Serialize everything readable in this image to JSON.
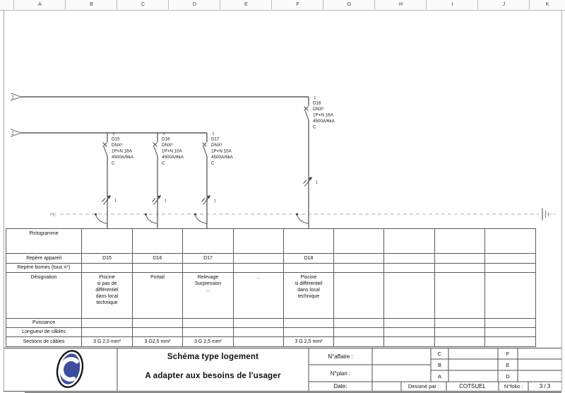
{
  "ruler": {
    "columns": [
      "A",
      "B",
      "C",
      "D",
      "E",
      "F",
      "G",
      "H",
      "I",
      "J",
      "K"
    ]
  },
  "schematic": {
    "feeder_connectors": [
      {
        "label": "2"
      },
      {
        "label": "2"
      }
    ],
    "pe_label": "PE",
    "circuits": [
      {
        "count": "1",
        "name": "D15",
        "model": "DNX³",
        "rating": "1P+N 16A",
        "breaking_capacity": "4500A/6kA",
        "curve": "C",
        "cable_marker": "1"
      },
      {
        "count": "1",
        "name": "D16",
        "model": "DNX³",
        "rating": "1P+N 10A",
        "breaking_capacity": "4500A/6kA",
        "curve": "C",
        "cable_marker": "1"
      },
      {
        "count": "1",
        "name": "D17",
        "model": "DNX³",
        "rating": "1P+N 10A",
        "breaking_capacity": "4500A/6kA",
        "curve": "C",
        "cable_marker": "1"
      },
      {
        "count": "1",
        "name": "D18",
        "model": "DNX³",
        "rating": "1P+N 16A",
        "breaking_capacity": "4500A/6kA",
        "curve": "C",
        "cable_marker": "1"
      }
    ]
  },
  "table": {
    "row_labels": [
      "Pictogramme",
      "Repère appareil",
      "Repère bornes (tous n°)",
      "Désignation",
      "Puissance",
      "Longueur de câbles",
      "Sections de câbles"
    ],
    "columns": [
      {
        "repere": "D15",
        "designation": "Piscine\nsi pas de\ndifférentiel\ndans local\ntechnique",
        "section": "3 G 2,5 mm²"
      },
      {
        "repere": "D16",
        "designation": "Portail",
        "section": "3 G2,5 mm²"
      },
      {
        "repere": "D17",
        "designation": "Relevage\nSurpression\n...",
        "section": "3 G 2,5 mm²"
      },
      {
        "repere": "",
        "designation": "...",
        "section": ""
      },
      {
        "repere": "D18",
        "designation": "Piscine\nsi différentiel\ndans local\ntechnique",
        "section": "3 G 2,5 mm²"
      },
      {
        "repere": "",
        "designation": "",
        "section": ""
      },
      {
        "repere": "",
        "designation": "",
        "section": ""
      },
      {
        "repere": "",
        "designation": "",
        "section": ""
      },
      {
        "repere": "",
        "designation": "",
        "section": ""
      }
    ]
  },
  "title_block": {
    "logo": "cotsuel-c-logo",
    "title_line1": "Schéma type logement",
    "title_line2": "A adapter aux besoins de l'usager",
    "affaire_label": "N°affaire :",
    "plan_label": "N°plan :",
    "date_label": "Date:",
    "drawn_by_label": "Dessiné par :",
    "drawn_by": "COTSUEL",
    "folio_label": "N°folio :",
    "folio": "3 / 3",
    "revision_letters": [
      "C",
      "B",
      "A",
      "F",
      "E",
      "D"
    ]
  },
  "colors": {
    "logo_blue": "#3c4c9e",
    "line_gray": "#595959",
    "pe_gray": "#ababab"
  }
}
